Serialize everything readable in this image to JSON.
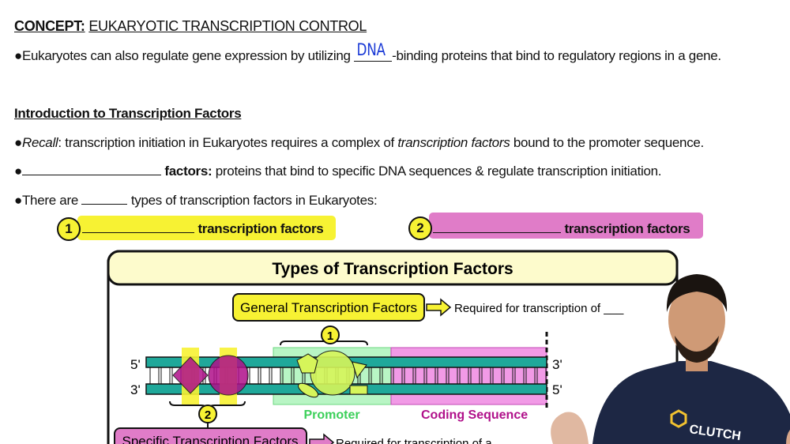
{
  "concept": {
    "label": "CONCEPT:",
    "title": "EUKARYOTIC TRANSCRIPTION CONTROL"
  },
  "line1": {
    "before": "●Eukaryotes can also regulate gene expression by utilizing ",
    "answer": "DNA",
    "after": "-binding proteins that bind to regulatory regions in a gene."
  },
  "heading": "Introduction to Transcription Factors",
  "recall": {
    "bullet": "●",
    "label": "Recall",
    "t1": ": transcription initiation in Eukaryotes requires a complex of ",
    "em": "transcription factors",
    "t2": " bound to the promoter sequence."
  },
  "factors": {
    "bullet": "●",
    "label": "factors:",
    "text": " proteins that bind to specific DNA sequences & regulate transcription initiation."
  },
  "types": {
    "before": "●There are ",
    "after": " types of transcription factors in Eukaryotes:"
  },
  "types_list": [
    {
      "number": "1",
      "label": "transcription factors",
      "color": "#f7f233"
    },
    {
      "number": "2",
      "label": "transcription factors",
      "color": "#e07cc8"
    }
  ],
  "diagram": {
    "title": "Types of Transcription Factors",
    "general": {
      "label": "General Transcription Factors",
      "desc": "Required for transcription of ___",
      "number": "1"
    },
    "specific": {
      "label": "Specific Transcription Factors",
      "desc": "Required for transcription of a",
      "number": "2"
    },
    "strand_labels": {
      "top_left": "5'",
      "bottom_left": "3'",
      "top_right": "3'",
      "bottom_right": "5'"
    },
    "promoter": "Promoter",
    "coding": "Coding Sequence",
    "colors": {
      "strand": "#1fa89a",
      "promoter": "#b8f5c4",
      "coding": "#f19ae6",
      "general": "#f7f233",
      "specific": "#e07cc8"
    }
  },
  "presenter": {
    "shirt_logo": "CLUTCH"
  }
}
